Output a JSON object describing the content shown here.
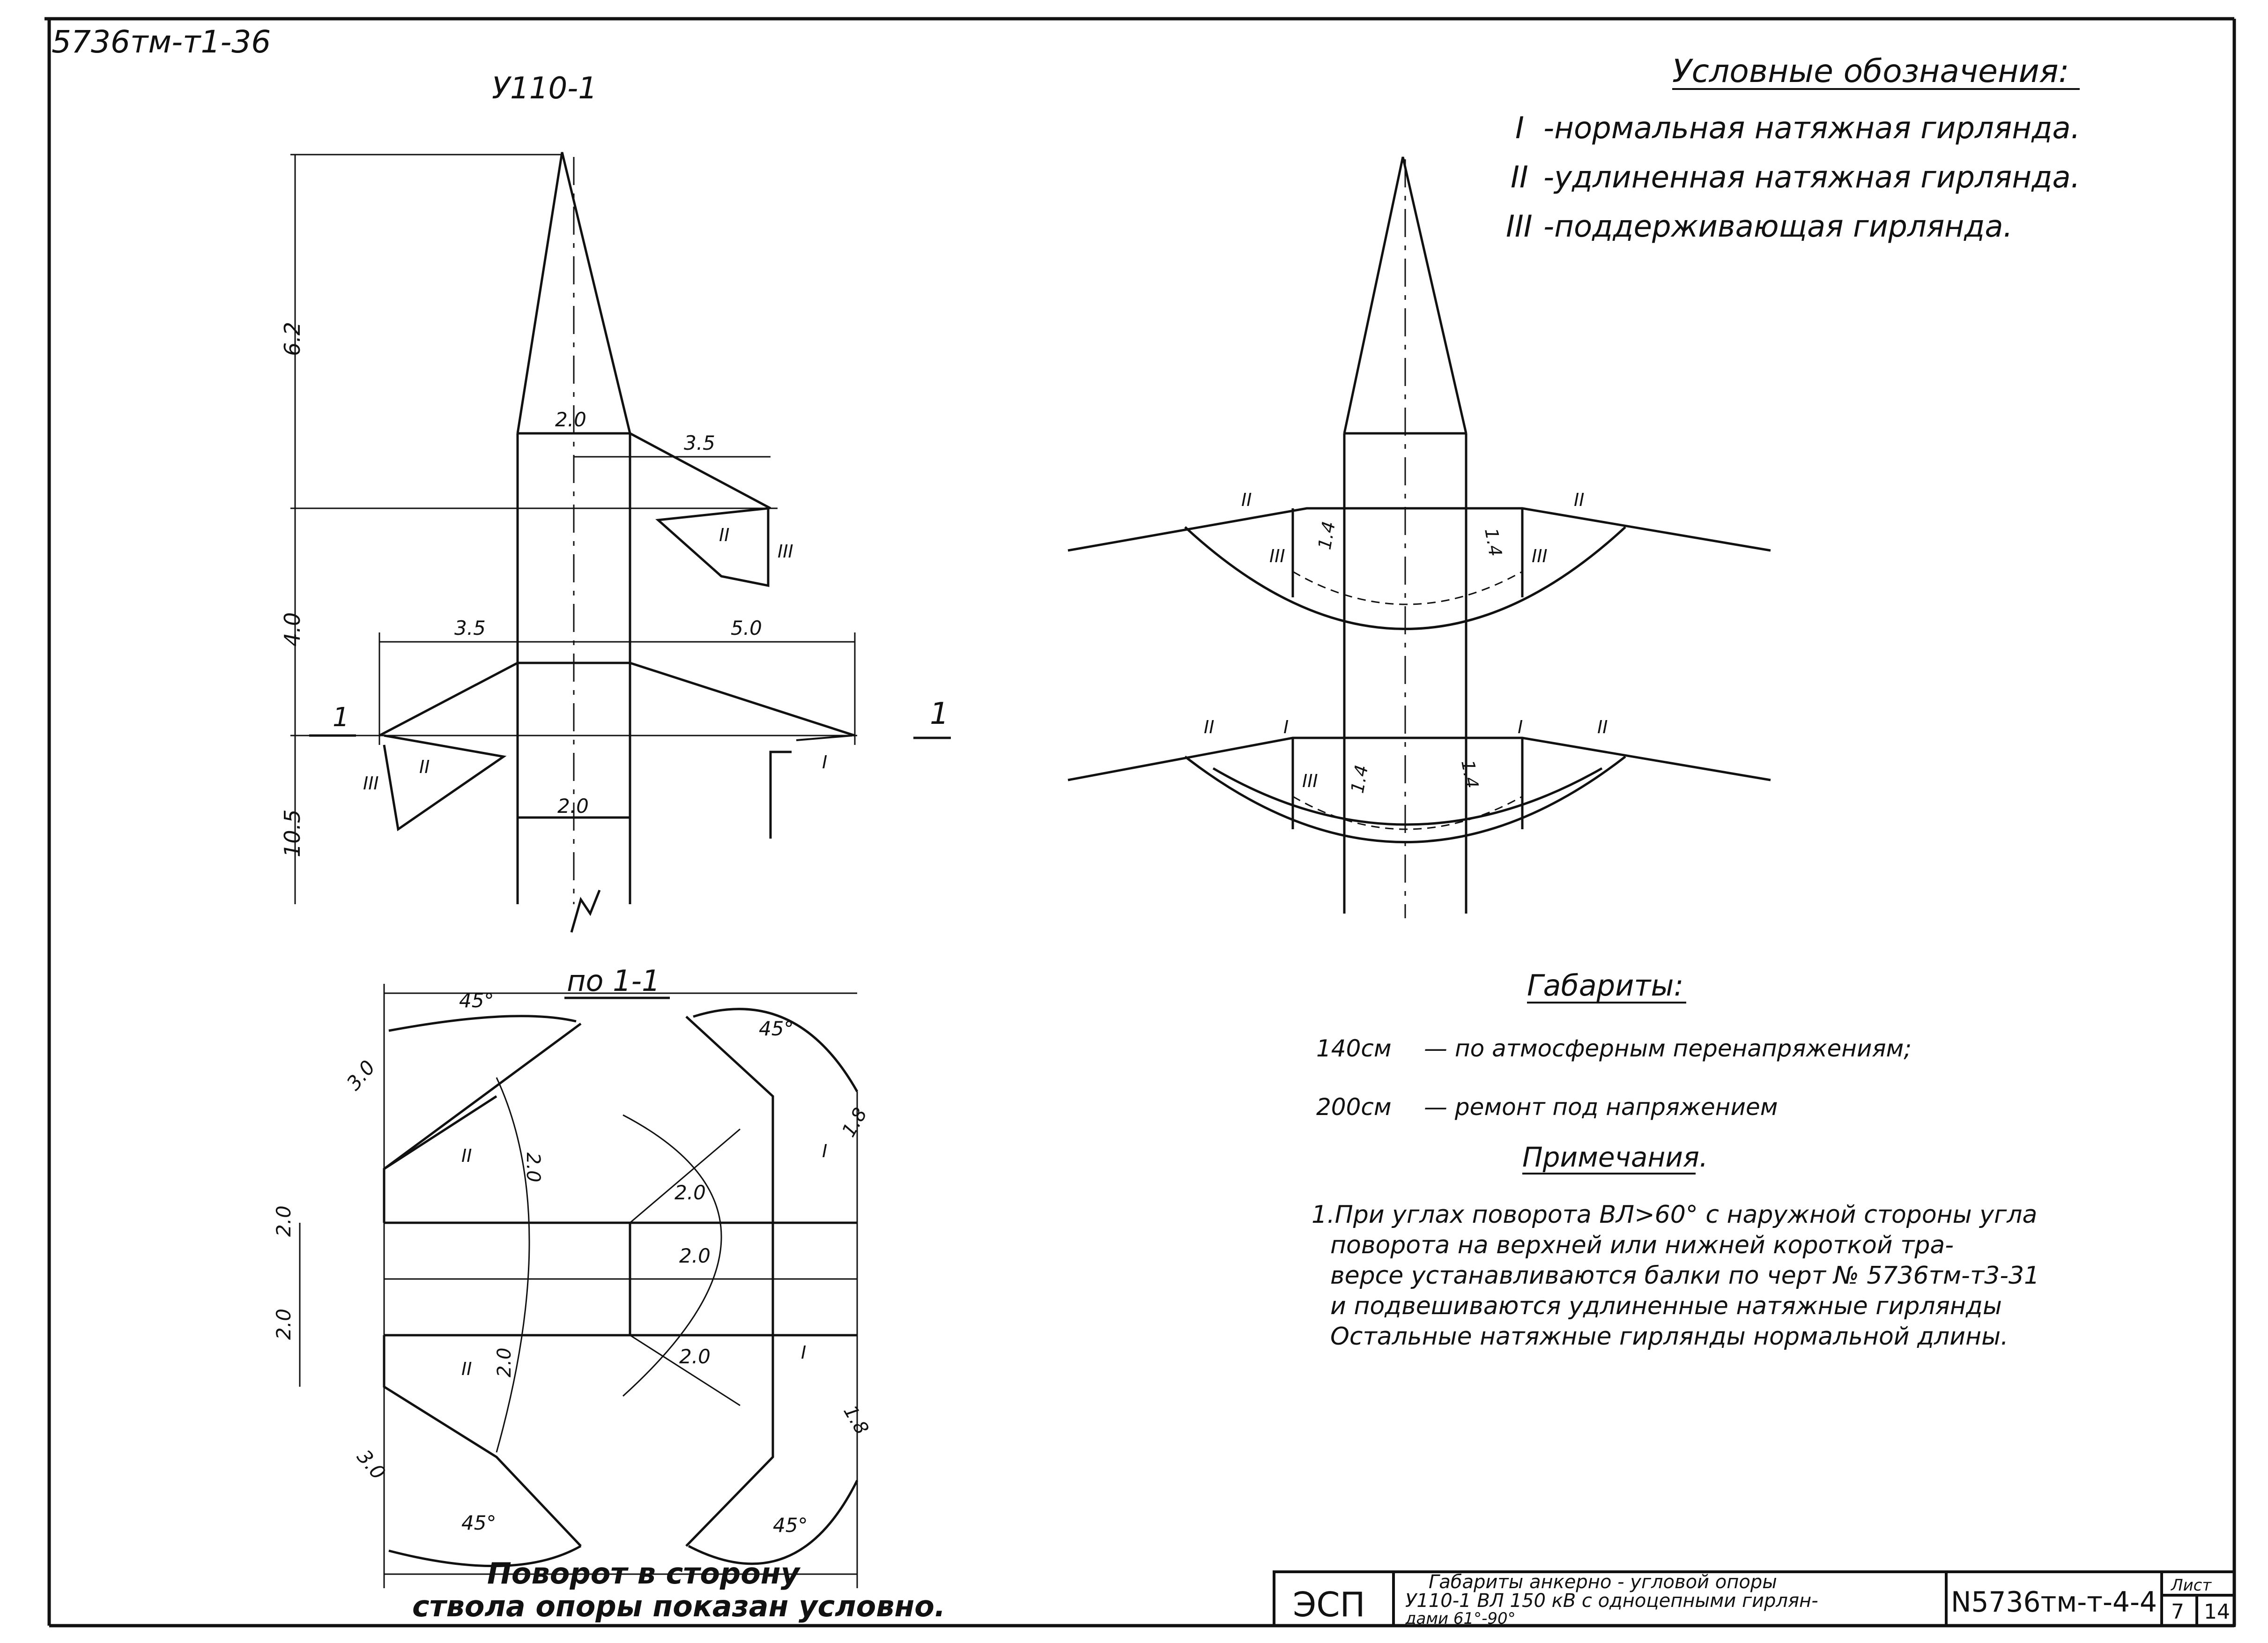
{
  "corner_code": "5736тм-т1-36",
  "support_label": "У110-1",
  "section_label": "по 1-1",
  "marker_left": "1",
  "marker_right": "1",
  "legend": {
    "title": "Условные обозначения:",
    "items": [
      {
        "mark": "I",
        "text": "-нормальная натяжная гирлянда."
      },
      {
        "mark": "II",
        "text": "-удлиненная натяжная гирлянда."
      },
      {
        "mark": "III",
        "text": "-поддерживающая гирлянда."
      }
    ]
  },
  "clearances": {
    "title": "Габариты:",
    "items": [
      {
        "value": "140см",
        "text": "— по атмосферным перенапряжениям;"
      },
      {
        "value": "200см",
        "text": "— ремонт под напряжением"
      }
    ]
  },
  "notes": {
    "title": "Примечания.",
    "lines": [
      "1.При углах поворота ВЛ>60° с наружной стороны угла",
      "поворота на верхней или нижней короткой тра-",
      "версе устанавливаются балки по черт № 5736тм-т3-31",
      "и подвешиваются удлиненные натяжные гирлянды",
      "Остальные натяжные гирлянды нормальной длины."
    ]
  },
  "caption": [
    "Поворот в сторону",
    "ствола опоры показан условно."
  ],
  "dimensions": {
    "h_top": "6.2",
    "h_mid": "4.0",
    "h_bot": "10.5",
    "w_top": "2.0",
    "arm_top": "3.5",
    "arm_left": "3.5",
    "arm_right": "5.0",
    "w_bot": "2.0",
    "angle_1": "45°",
    "angle_2": "45°",
    "angle_3": "45°",
    "angle_4": "45°",
    "len_a": "3.0",
    "len_b": "3.0",
    "len_c": "2.0",
    "len_d": "2.0",
    "r_a": "2.0",
    "r_b": "2.0",
    "r_c": "2.0",
    "s_a": "1.8",
    "s_b": "1.8",
    "v_a": "2.0",
    "v_b": "2.0",
    "i_a": "1.4",
    "i_b": "1.4",
    "i_c": "1.4",
    "i_d": "1.4"
  },
  "marks": {
    "m1": "II",
    "m2": "III",
    "m3": "II",
    "m4": "III",
    "m5": "I",
    "m6": "II",
    "m7": "III",
    "m8": "II",
    "m9": "III",
    "m10": "II",
    "m11": "I",
    "m12": "III",
    "m13": "I",
    "m14": "II",
    "m15": "II",
    "m16": "I",
    "m17": "II",
    "m18": "I"
  },
  "title_block": {
    "org": "ЭСП",
    "title_lines": [
      "Габариты анкерно - угловой опоры",
      "У110-1 ВЛ 150 кВ с одноцепными гирлян-",
      "дами 61°-90°"
    ],
    "drawing_no": "N5736тм-т-4-4",
    "sheet_label": "Лист",
    "sheet": "7",
    "sheets": "14"
  }
}
